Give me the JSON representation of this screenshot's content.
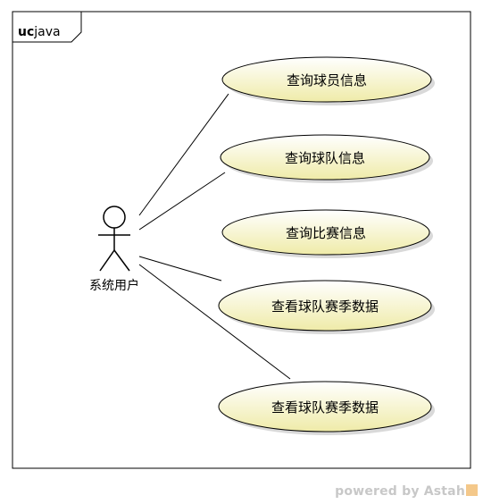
{
  "frame": {
    "kind_label": "uc",
    "name_label": "java"
  },
  "actor": {
    "name": "系统用户"
  },
  "use_cases": [
    {
      "label": "查询球员信息"
    },
    {
      "label": "查询球队信息"
    },
    {
      "label": "查询比赛信息"
    },
    {
      "label": "查看球队赛季数据"
    },
    {
      "label": "查看球队赛季数据"
    }
  ],
  "watermark": {
    "text": "powered by Astah"
  },
  "colors": {
    "usecase_fill_light": "#ffffff",
    "usecase_fill_dark": "#f3f0b8",
    "shadow": "#d9d9d9",
    "line": "#000000"
  }
}
